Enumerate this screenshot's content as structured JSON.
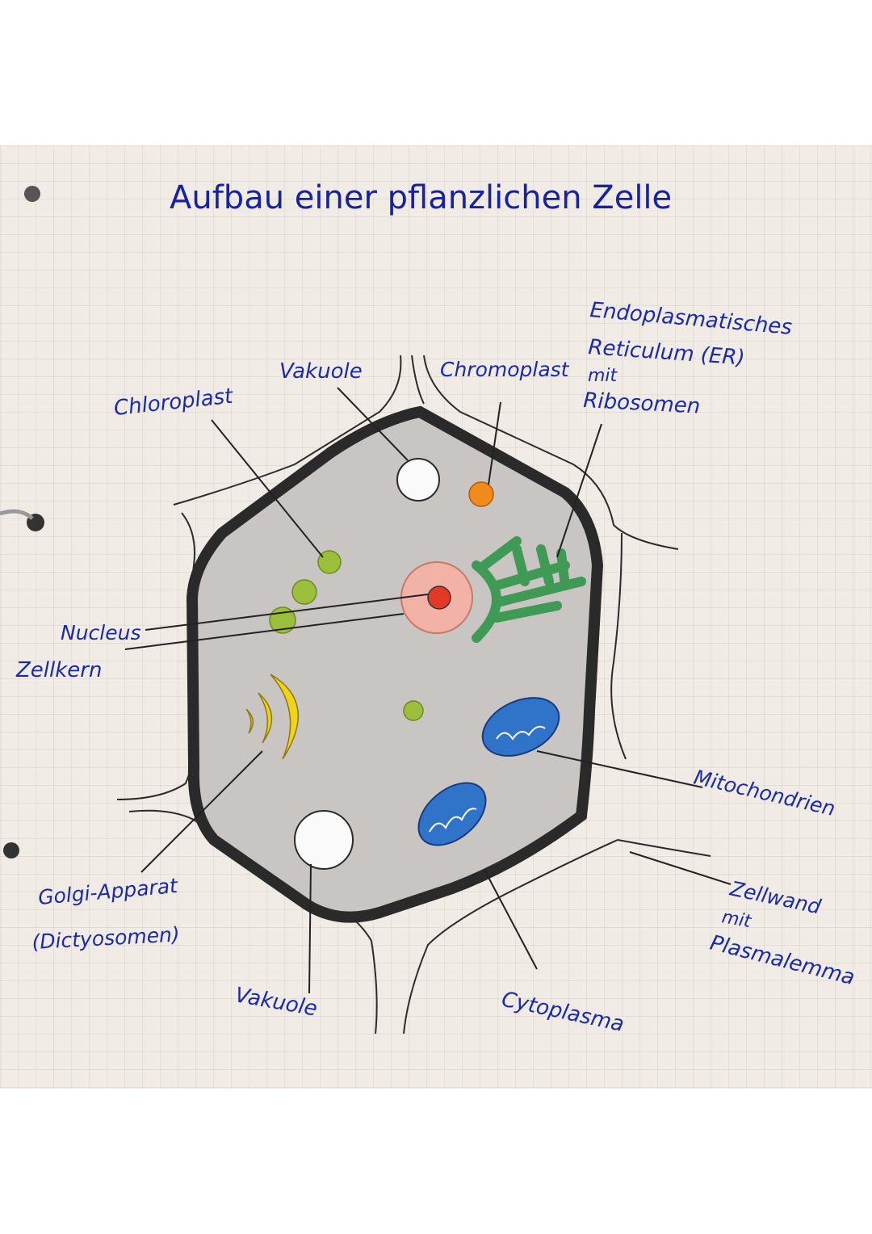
{
  "title": "Aufbau einer pflanzlichen Zelle",
  "labels": {
    "chloroplast": "Chloroplast",
    "vakuole_top": "Vakuole",
    "chromoplast": "Chromoplast",
    "er_line1": "Endoplasmatisches",
    "er_line2": "Reticulum (ER)",
    "er_line3": "mit",
    "er_line4": "Ribosomen",
    "nucleus": "Nucleus",
    "zellkern": "Zellkern",
    "mitochondrien": "Mitochondrien",
    "golgi_line1": "Golgi-Apparat",
    "golgi_line2": "(Dictyosomen)",
    "zellwand_line1": "Zellwand",
    "zellwand_line2": "mit",
    "zellwand_line3": "Plasmalemma",
    "vakuole_bottom": "Vakuole",
    "cytoplasma": "Cytoplasma"
  },
  "colors": {
    "ink": "#1a2aa8",
    "chloroplast": "#9bbf3a",
    "chromoplast": "#f08a1c",
    "nucleus": "#f2b3a6",
    "nucleolus": "#e23a26",
    "er": "#3f9a56",
    "golgi": "#f2d21a",
    "mitochondria": "#2f74c8",
    "cytoplasm": "#c8c5c3",
    "cell_wall": "#2a2a2a"
  }
}
